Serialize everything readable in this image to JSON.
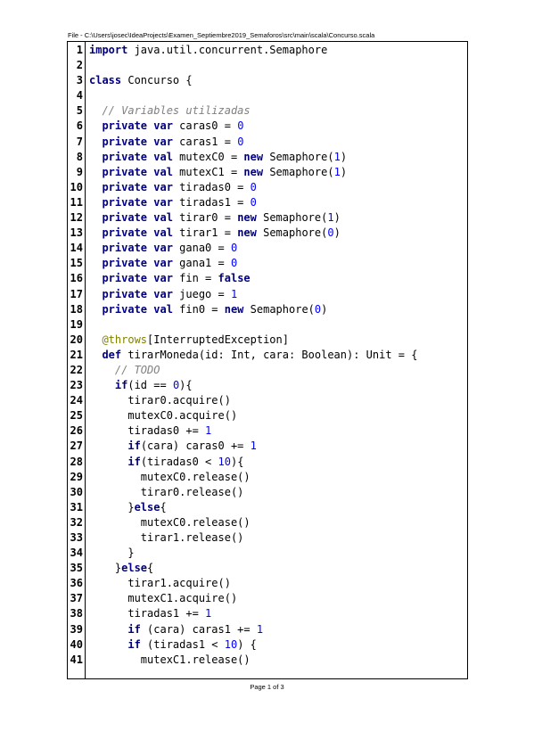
{
  "header": {
    "file_path": "File - C:\\Users\\josec\\IdeaProjects\\Examen_Septiembre2019_Semaforos\\src\\main\\scala\\Concurso.scala"
  },
  "footer": {
    "page_label": "Page 1 of 3"
  },
  "code": {
    "lines": [
      {
        "n": "1",
        "tokens": [
          [
            "kw",
            "import"
          ],
          [
            "t",
            " java.util.concurrent.Semaphore"
          ]
        ]
      },
      {
        "n": "2",
        "tokens": []
      },
      {
        "n": "3",
        "tokens": [
          [
            "kw",
            "class"
          ],
          [
            "t",
            " Concurso {"
          ]
        ]
      },
      {
        "n": "4",
        "tokens": []
      },
      {
        "n": "5",
        "tokens": [
          [
            "t",
            "  "
          ],
          [
            "cm",
            "// Variables utilizadas"
          ]
        ]
      },
      {
        "n": "6",
        "tokens": [
          [
            "t",
            "  "
          ],
          [
            "kw",
            "private var"
          ],
          [
            "t",
            " caras0 = "
          ],
          [
            "num",
            "0"
          ]
        ]
      },
      {
        "n": "7",
        "tokens": [
          [
            "t",
            "  "
          ],
          [
            "kw",
            "private var"
          ],
          [
            "t",
            " caras1 = "
          ],
          [
            "num",
            "0"
          ]
        ]
      },
      {
        "n": "8",
        "tokens": [
          [
            "t",
            "  "
          ],
          [
            "kw",
            "private val"
          ],
          [
            "t",
            " mutexC0 = "
          ],
          [
            "kw",
            "new"
          ],
          [
            "t",
            " Semaphore("
          ],
          [
            "num",
            "1"
          ],
          [
            "t",
            ")"
          ]
        ]
      },
      {
        "n": "9",
        "tokens": [
          [
            "t",
            "  "
          ],
          [
            "kw",
            "private val"
          ],
          [
            "t",
            " mutexC1 = "
          ],
          [
            "kw",
            "new"
          ],
          [
            "t",
            " Semaphore("
          ],
          [
            "num",
            "1"
          ],
          [
            "t",
            ")"
          ]
        ]
      },
      {
        "n": "10",
        "tokens": [
          [
            "t",
            "  "
          ],
          [
            "kw",
            "private var"
          ],
          [
            "t",
            " tiradas0 = "
          ],
          [
            "num",
            "0"
          ]
        ]
      },
      {
        "n": "11",
        "tokens": [
          [
            "t",
            "  "
          ],
          [
            "kw",
            "private var"
          ],
          [
            "t",
            " tiradas1 = "
          ],
          [
            "num",
            "0"
          ]
        ]
      },
      {
        "n": "12",
        "tokens": [
          [
            "t",
            "  "
          ],
          [
            "kw",
            "private val"
          ],
          [
            "t",
            " tirar0 = "
          ],
          [
            "kw",
            "new"
          ],
          [
            "t",
            " Semaphore("
          ],
          [
            "num",
            "1"
          ],
          [
            "t",
            ")"
          ]
        ]
      },
      {
        "n": "13",
        "tokens": [
          [
            "t",
            "  "
          ],
          [
            "kw",
            "private val"
          ],
          [
            "t",
            " tirar1 = "
          ],
          [
            "kw",
            "new"
          ],
          [
            "t",
            " Semaphore("
          ],
          [
            "num",
            "0"
          ],
          [
            "t",
            ")"
          ]
        ]
      },
      {
        "n": "14",
        "tokens": [
          [
            "t",
            "  "
          ],
          [
            "kw",
            "private var"
          ],
          [
            "t",
            " gana0 = "
          ],
          [
            "num",
            "0"
          ]
        ]
      },
      {
        "n": "15",
        "tokens": [
          [
            "t",
            "  "
          ],
          [
            "kw",
            "private var"
          ],
          [
            "t",
            " gana1 = "
          ],
          [
            "num",
            "0"
          ]
        ]
      },
      {
        "n": "16",
        "tokens": [
          [
            "t",
            "  "
          ],
          [
            "kw",
            "private var"
          ],
          [
            "t",
            " fin = "
          ],
          [
            "kw",
            "false"
          ]
        ]
      },
      {
        "n": "17",
        "tokens": [
          [
            "t",
            "  "
          ],
          [
            "kw",
            "private var"
          ],
          [
            "t",
            " juego = "
          ],
          [
            "num",
            "1"
          ]
        ]
      },
      {
        "n": "18",
        "tokens": [
          [
            "t",
            "  "
          ],
          [
            "kw",
            "private val"
          ],
          [
            "t",
            " fin0 = "
          ],
          [
            "kw",
            "new"
          ],
          [
            "t",
            " Semaphore("
          ],
          [
            "num",
            "0"
          ],
          [
            "t",
            ")"
          ]
        ]
      },
      {
        "n": "19",
        "tokens": []
      },
      {
        "n": "20",
        "tokens": [
          [
            "t",
            "  "
          ],
          [
            "an",
            "@throws"
          ],
          [
            "t",
            "[InterruptedException]"
          ]
        ]
      },
      {
        "n": "21",
        "tokens": [
          [
            "t",
            "  "
          ],
          [
            "kw",
            "def"
          ],
          [
            "t",
            " tirarMoneda(id: Int, cara: Boolean): Unit = {"
          ]
        ]
      },
      {
        "n": "22",
        "tokens": [
          [
            "t",
            "    "
          ],
          [
            "cm",
            "// TODO"
          ]
        ]
      },
      {
        "n": "23",
        "tokens": [
          [
            "t",
            "    "
          ],
          [
            "kw",
            "if"
          ],
          [
            "t",
            "(id == "
          ],
          [
            "num",
            "0"
          ],
          [
            "t",
            "){"
          ]
        ]
      },
      {
        "n": "24",
        "tokens": [
          [
            "t",
            "      tirar0.acquire()"
          ]
        ]
      },
      {
        "n": "25",
        "tokens": [
          [
            "t",
            "      mutexC0.acquire()"
          ]
        ]
      },
      {
        "n": "26",
        "tokens": [
          [
            "t",
            "      tiradas0 += "
          ],
          [
            "num",
            "1"
          ]
        ]
      },
      {
        "n": "27",
        "tokens": [
          [
            "t",
            "      "
          ],
          [
            "kw",
            "if"
          ],
          [
            "t",
            "(cara) caras0 += "
          ],
          [
            "num",
            "1"
          ]
        ]
      },
      {
        "n": "28",
        "tokens": [
          [
            "t",
            "      "
          ],
          [
            "kw",
            "if"
          ],
          [
            "t",
            "(tiradas0 < "
          ],
          [
            "num",
            "10"
          ],
          [
            "t",
            "){"
          ]
        ]
      },
      {
        "n": "29",
        "tokens": [
          [
            "t",
            "        mutexC0.release()"
          ]
        ]
      },
      {
        "n": "30",
        "tokens": [
          [
            "t",
            "        tirar0.release()"
          ]
        ]
      },
      {
        "n": "31",
        "tokens": [
          [
            "t",
            "      }"
          ],
          [
            "kw",
            "else"
          ],
          [
            "t",
            "{"
          ]
        ]
      },
      {
        "n": "32",
        "tokens": [
          [
            "t",
            "        mutexC0.release()"
          ]
        ]
      },
      {
        "n": "33",
        "tokens": [
          [
            "t",
            "        tirar1.release()"
          ]
        ]
      },
      {
        "n": "34",
        "tokens": [
          [
            "t",
            "      }"
          ]
        ]
      },
      {
        "n": "35",
        "tokens": [
          [
            "t",
            "    }"
          ],
          [
            "kw",
            "else"
          ],
          [
            "t",
            "{"
          ]
        ]
      },
      {
        "n": "36",
        "tokens": [
          [
            "t",
            "      tirar1.acquire()"
          ]
        ]
      },
      {
        "n": "37",
        "tokens": [
          [
            "t",
            "      mutexC1.acquire()"
          ]
        ]
      },
      {
        "n": "38",
        "tokens": [
          [
            "t",
            "      tiradas1 += "
          ],
          [
            "num",
            "1"
          ]
        ]
      },
      {
        "n": "39",
        "tokens": [
          [
            "t",
            "      "
          ],
          [
            "kw",
            "if"
          ],
          [
            "t",
            " (cara) caras1 += "
          ],
          [
            "num",
            "1"
          ]
        ]
      },
      {
        "n": "40",
        "tokens": [
          [
            "t",
            "      "
          ],
          [
            "kw",
            "if"
          ],
          [
            "t",
            " (tiradas1 < "
          ],
          [
            "num",
            "10"
          ],
          [
            "t",
            ") {"
          ]
        ]
      },
      {
        "n": "41",
        "tokens": [
          [
            "t",
            "        mutexC1.release()"
          ]
        ]
      }
    ]
  }
}
